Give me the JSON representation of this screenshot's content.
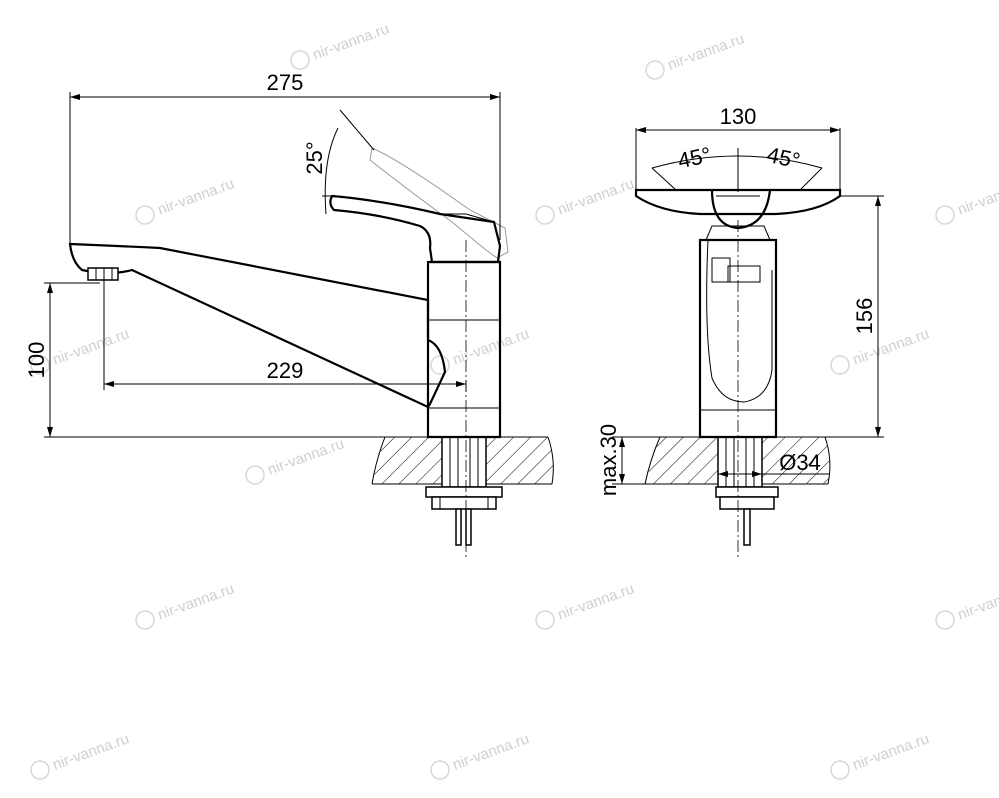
{
  "watermark": {
    "text": "nir-vanna.ru",
    "color": "#cfcfcf"
  },
  "side_view": {
    "overall_length": "275",
    "spout_reach": "229",
    "spout_height": "100",
    "lever_angle": "25°",
    "max_counter_thickness": "max.30"
  },
  "front_view": {
    "width": "130",
    "left_angle": "45°",
    "right_angle": "45°",
    "height": "156",
    "thread_diameter": "Ø34"
  }
}
